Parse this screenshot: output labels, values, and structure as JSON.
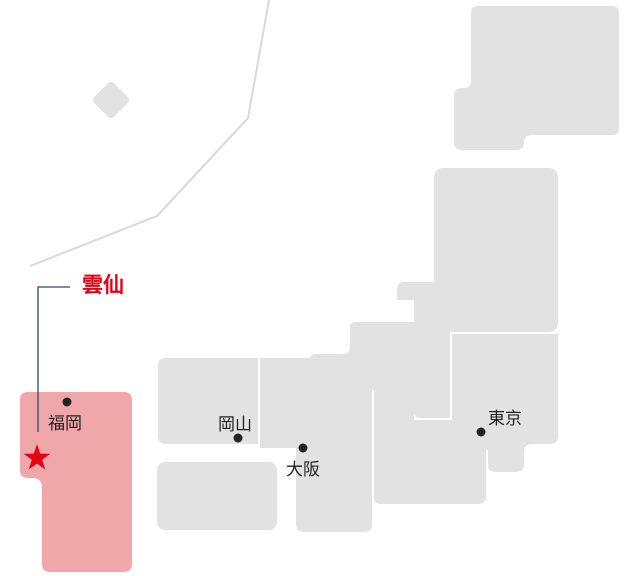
{
  "map": {
    "highlight": {
      "label": "雲仙",
      "marker_icon": "star-icon",
      "color": "#e60012",
      "region_color": "#f0a7aa"
    },
    "cities": [
      {
        "name": "福岡"
      },
      {
        "name": "岡山"
      },
      {
        "name": "大阪"
      },
      {
        "name": "東京"
      }
    ],
    "colors": {
      "land": "#e2e2e2",
      "sea_lines": "#d8d8d8",
      "leader_line": "#2e4a66",
      "dot": "#222222"
    }
  }
}
